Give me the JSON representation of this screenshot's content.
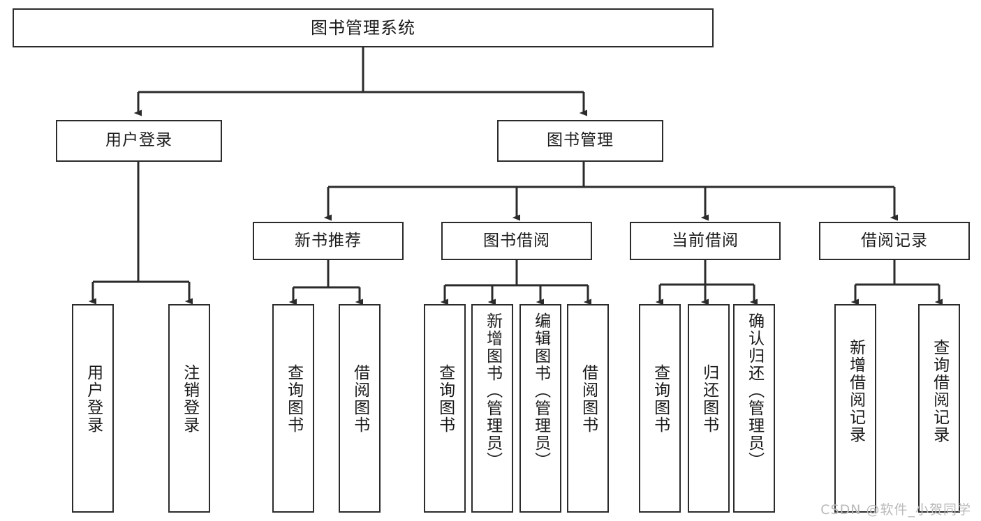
{
  "diagram": {
    "title": "图书管理系统",
    "type": "tree-hierarchy-chart",
    "watermark": "CSDN @软件_小贺同学",
    "colors": {
      "box_border": "#2b2b2b",
      "box_fill": "#ffffff",
      "edge": "#2b2b2b",
      "text": "#1a1a1a",
      "watermark": "#b9b9b9",
      "background": "#ffffff"
    },
    "root": {
      "id": "root",
      "label": "图书管理系统"
    },
    "level2": [
      {
        "id": "user-login",
        "label": "用户登录"
      },
      {
        "id": "book-management",
        "label": "图书管理"
      }
    ],
    "level3": [
      {
        "id": "new-book-recommend",
        "label": "新书推荐",
        "parent": "book-management"
      },
      {
        "id": "book-borrow",
        "label": "图书借阅",
        "parent": "book-management"
      },
      {
        "id": "current-borrow",
        "label": "当前借阅",
        "parent": "book-management"
      },
      {
        "id": "borrow-record",
        "label": "借阅记录",
        "parent": "book-management"
      }
    ],
    "leaves": [
      {
        "id": "leaf-user-login",
        "label": "用户登录",
        "parent": "user-login"
      },
      {
        "id": "leaf-logout-login",
        "label": "注销登录",
        "parent": "user-login"
      },
      {
        "id": "leaf-query-book-1",
        "label": "查询图书",
        "parent": "new-book-recommend"
      },
      {
        "id": "leaf-borrow-book-1",
        "label": "借阅图书",
        "parent": "new-book-recommend"
      },
      {
        "id": "leaf-query-book-2",
        "label": "查询图书",
        "parent": "book-borrow"
      },
      {
        "id": "leaf-add-book",
        "label": "新增图书（管理员）",
        "parent": "book-borrow"
      },
      {
        "id": "leaf-edit-book",
        "label": "编辑图书（管理员）",
        "parent": "book-borrow"
      },
      {
        "id": "leaf-borrow-book-2",
        "label": "借阅图书",
        "parent": "book-borrow"
      },
      {
        "id": "leaf-query-book-3",
        "label": "查询图书",
        "parent": "current-borrow"
      },
      {
        "id": "leaf-return-book",
        "label": "归还图书",
        "parent": "current-borrow"
      },
      {
        "id": "leaf-confirm-return",
        "label": "确认归还（管理员）",
        "parent": "current-borrow"
      },
      {
        "id": "leaf-add-borrow-record",
        "label": "新增借阅记录",
        "parent": "borrow-record"
      },
      {
        "id": "leaf-query-borrow-record",
        "label": "查询借阅记录",
        "parent": "borrow-record"
      }
    ]
  }
}
